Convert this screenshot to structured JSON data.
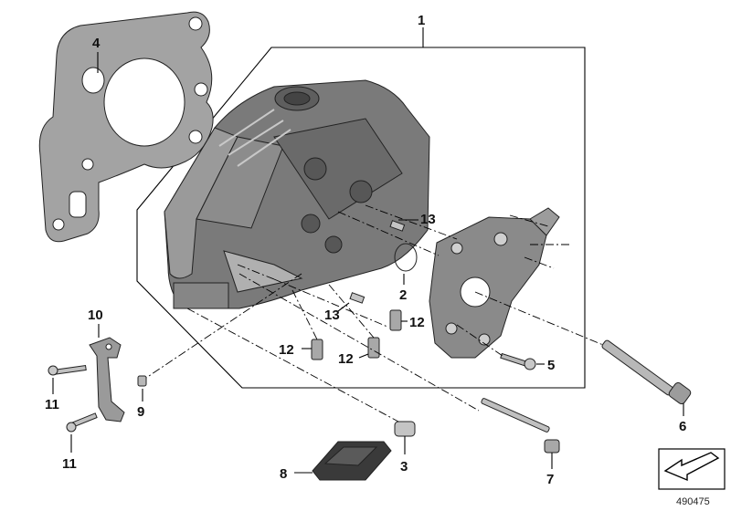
{
  "callouts": {
    "c1": "1",
    "c2": "2",
    "c3": "3",
    "c4": "4",
    "c5": "5",
    "c6": "6",
    "c7": "7",
    "c8": "8",
    "c9": "9",
    "c10": "10",
    "c11a": "11",
    "c11b": "11",
    "c12a": "12",
    "c12b": "12",
    "c12c": "12",
    "c13a": "13",
    "c13b": "13"
  },
  "reference_number": "490475",
  "colors": {
    "housing_dark": "#6f6f6f",
    "housing_mid": "#8c8c8c",
    "housing_light": "#b4b4b4",
    "gasket": "#9a9a9a",
    "line": "#000000"
  }
}
